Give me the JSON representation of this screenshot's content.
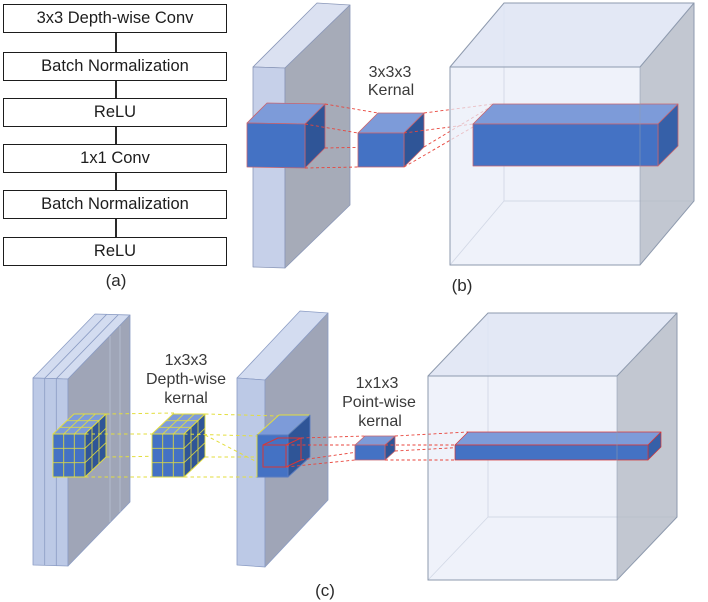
{
  "panel_a": {
    "label": "(a)",
    "boxes": [
      "3x3 Depth-wise Conv",
      "Batch Normalization",
      "ReLU",
      "1x1 Conv",
      "Batch Normalization",
      "ReLU"
    ]
  },
  "panel_b": {
    "label": "(b)",
    "kernel_label": [
      "3x3x3",
      "Kernal"
    ]
  },
  "panel_c": {
    "label": "(c)",
    "depthwise_kernel_label": [
      "1x3x3",
      "Depth-wise",
      "kernal"
    ],
    "pointwise_kernel_label": [
      "1x1x3",
      "Point-wise",
      "kernal"
    ]
  },
  "colors": {
    "cube_front": "#4472C4",
    "cube_top": "#7D9BD9",
    "cube_side": "#2F5597",
    "cube_edge_red": "#C9646E",
    "red_dash": "#E8453C",
    "yellow_dash": "#E3DE3E",
    "slab_broad_face": "#A0A6B6",
    "slab_light_face": "#C6D0E9",
    "slab_top_face": "#DBE1F1",
    "big_cube_front": "#E9EDF8",
    "big_cube_top": "#E2E7F4",
    "big_cube_side": "#BDC2CD",
    "flowchart_border": "#1d1d1d"
  }
}
